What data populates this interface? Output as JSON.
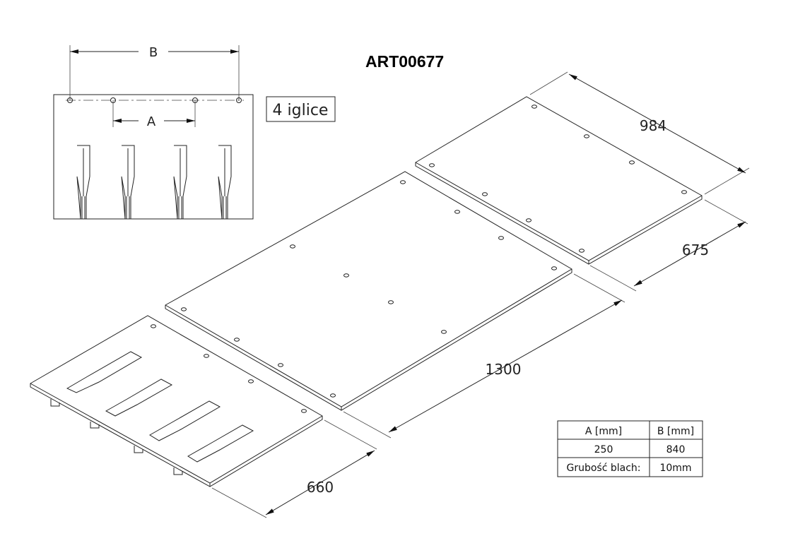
{
  "title": "ART00677",
  "front_view": {
    "dim_a_label": "A",
    "dim_b_label": "B",
    "note": "4 iglice"
  },
  "dimensions": {
    "width_top": "984",
    "depth_top": "675",
    "length_middle": "1300",
    "depth_bottom": "660"
  },
  "table": {
    "headers": [
      "A [mm]",
      "B [mm]"
    ],
    "values": [
      "250",
      "840"
    ],
    "thickness_label": "Grubość blach:",
    "thickness_value": "10mm"
  }
}
